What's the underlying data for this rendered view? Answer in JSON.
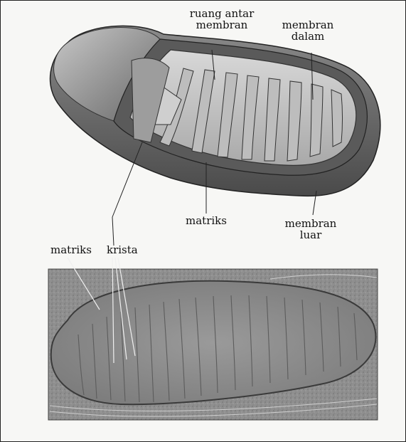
{
  "figure": {
    "labels": {
      "intermembrane_space": "ruang antar\nmembran",
      "inner_membrane": "membran\ndalam",
      "matrix_top": "matriks",
      "outer_membrane": "membran\nluar",
      "matrix_bottom": "matriks",
      "cristae": "krista"
    },
    "illustration_top": "3d-cutaway-mitochondrion-drawing",
    "illustration_bottom": "electron-micrograph-mitochondrion"
  }
}
